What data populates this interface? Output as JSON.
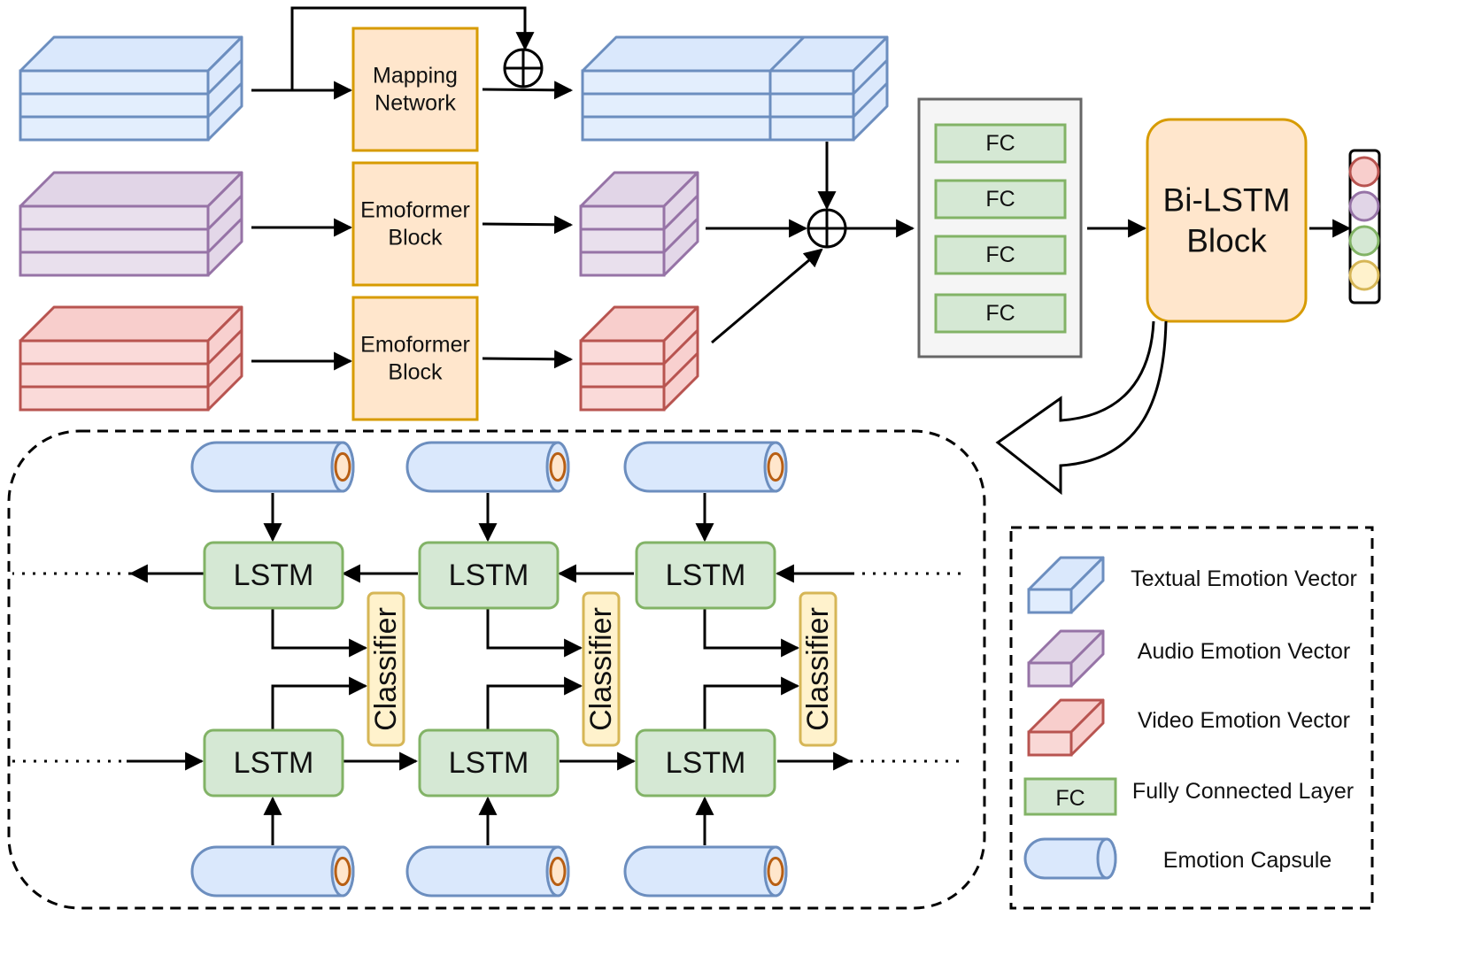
{
  "colors": {
    "text_fill": "#dae8fc",
    "text_stroke": "#6c8ebf",
    "audio_fill": "#e1d5e7",
    "audio_stroke": "#9673a6",
    "video_fill": "#f8cecc",
    "video_stroke": "#b85450",
    "block_fill": "#ffe6cc",
    "block_stroke": "#d79b00",
    "fc_fill": "#d5e8d4",
    "fc_stroke": "#82b366",
    "classifier_fill": "#fff2cc",
    "classifier_stroke": "#d6b656",
    "panel_fill": "#f5f5f5",
    "panel_stroke": "#666666"
  },
  "blocks": {
    "mapping_network": [
      "Mapping",
      "Network"
    ],
    "emoformer_audio": [
      "Emoformer",
      "Block"
    ],
    "emoformer_video": [
      "Emoformer",
      "Block"
    ],
    "bilstm": [
      "Bi-LSTM",
      "Block"
    ]
  },
  "fc_stack": [
    "FC",
    "FC",
    "FC",
    "FC"
  ],
  "output_circles": [
    "#f8cecc",
    "#e1d5e7",
    "#d5e8d4",
    "#fff2cc"
  ],
  "detail": {
    "lstm_label": "LSTM",
    "classifier_label": "Classifier"
  },
  "legend": {
    "items": [
      {
        "name": "textual",
        "label": "Textual Emotion Vector"
      },
      {
        "name": "audio",
        "label": "Audio Emotion Vector"
      },
      {
        "name": "video",
        "label": "Video Emotion Vector"
      },
      {
        "name": "fc",
        "label": "Fully Connected Layer",
        "icon_text": "FC"
      },
      {
        "name": "capsule",
        "label": "Emotion Capsule"
      }
    ]
  }
}
